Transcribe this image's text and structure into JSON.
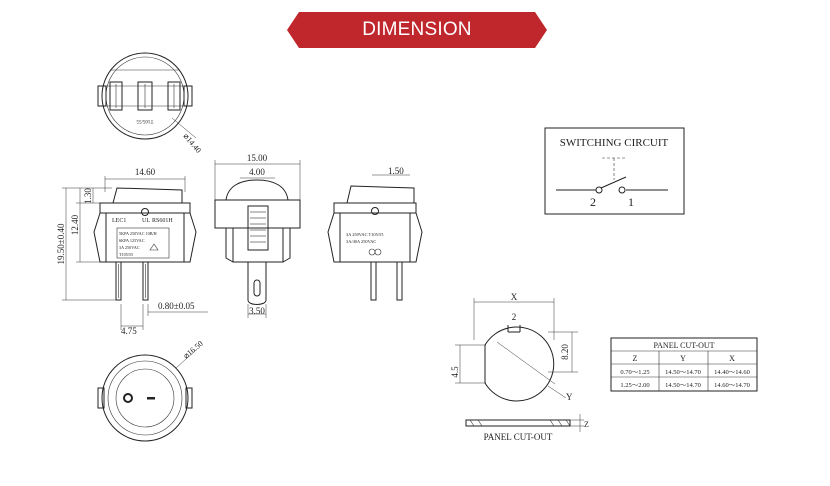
{
  "header": {
    "title": "DIMENSION",
    "color": "#c0272d"
  },
  "views": {
    "top": {
      "dia_label": "⌀14.40",
      "body_label": "T105/55"
    },
    "front": {
      "width_label": "14.60",
      "h1_label": "1.30",
      "h2_label": "12.40",
      "h3_label": "19.50±0.40",
      "pin_w_label": "0.80±0.05",
      "pin_gap_label": "4.75",
      "marking_top": "LEC1",
      "marking_ul": "UL",
      "marking_model": "RS601H",
      "rating_1": "5KPA 250VAC 10B/H",
      "rating_2": "6KPA 125VAC",
      "rating_3": "3A 250VAC",
      "rating_4": "T105/55"
    },
    "side": {
      "width_label": "15.00",
      "cap_label": "4.00",
      "pin_label": "3.50"
    },
    "rear": {
      "pin_label": "1.50",
      "rating_1": "3A 250VAC T105/55",
      "rating_2": "3A/40A 250VAC"
    },
    "bottom": {
      "dia_label": "⌀16.50"
    }
  },
  "circuit": {
    "title": "SWITCHING CIRCUIT",
    "pin2": "2",
    "pin1": "1"
  },
  "cutout": {
    "x_label": "X",
    "y_label": "Y",
    "z_label": "Z",
    "h_label": "8.20",
    "w_label": "4.5",
    "pin_label": "2",
    "caption": "PANEL CUT-OUT"
  },
  "table": {
    "title": "PANEL CUT-OUT",
    "headers": [
      "Z",
      "Y",
      "X"
    ],
    "rows": [
      [
        "0.70～1.25",
        "14.50～14.70",
        "14.40～14.60"
      ],
      [
        "1.25～2.00",
        "14.50～14.70",
        "14.60～14.70"
      ]
    ]
  }
}
